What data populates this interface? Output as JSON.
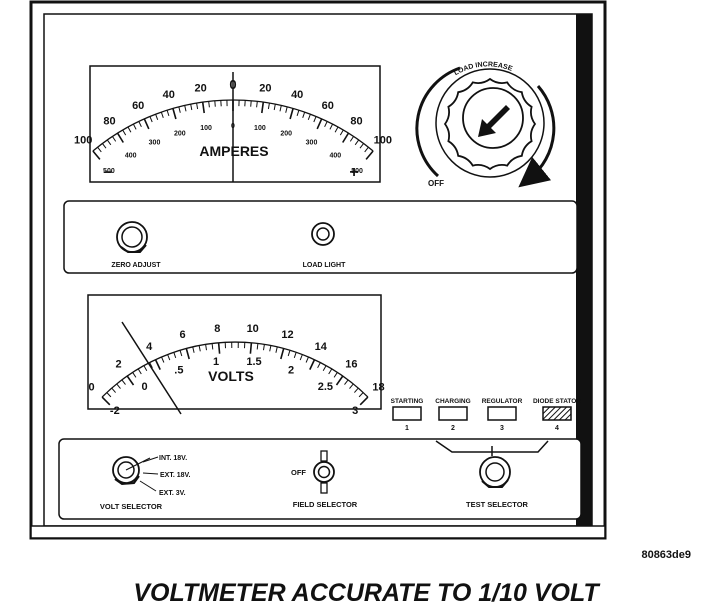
{
  "title": "VOLTMETER ACCURATE TO 1/10 VOLT",
  "figure_id": "80863de9",
  "ammeter": {
    "unit_label": "AMPERES",
    "outer_scale": [
      "100",
      "80",
      "60",
      "40",
      "20",
      "0",
      "20",
      "40",
      "60",
      "80",
      "100"
    ],
    "inner_scale": [
      "500",
      "400",
      "300",
      "200",
      "100",
      "0",
      "100",
      "200",
      "300",
      "400",
      "500"
    ],
    "minus": "−",
    "plus": "+"
  },
  "load_knob": {
    "label": "LOAD INCREASE",
    "off_label": "OFF"
  },
  "middle_panel": {
    "zero_adjust_label": "ZERO ADJUST",
    "load_light_label": "LOAD LIGHT"
  },
  "voltmeter": {
    "unit_label": "VOLTS",
    "outer_scale": [
      "0",
      "2",
      "4",
      "6",
      "8",
      "10",
      "12",
      "14",
      "16",
      "18"
    ],
    "inner_scale": [
      "-2",
      "0",
      ".5",
      "1",
      "1.5",
      "2",
      "2.5",
      "3"
    ]
  },
  "test_lights": [
    {
      "label": "STARTING",
      "number": "1"
    },
    {
      "label": "CHARGING",
      "number": "2"
    },
    {
      "label": "REGULATOR",
      "number": "3"
    },
    {
      "label": "DIODE STATOR",
      "number": "4"
    }
  ],
  "volt_selector": {
    "label": "VOLT SELECTOR",
    "options": [
      "INT. 18V.",
      "EXT. 18V.",
      "EXT. 3V."
    ]
  },
  "field_selector": {
    "label": "FIELD SELECTOR",
    "off_label": "OFF"
  },
  "test_selector": {
    "label": "TEST SELECTOR"
  }
}
